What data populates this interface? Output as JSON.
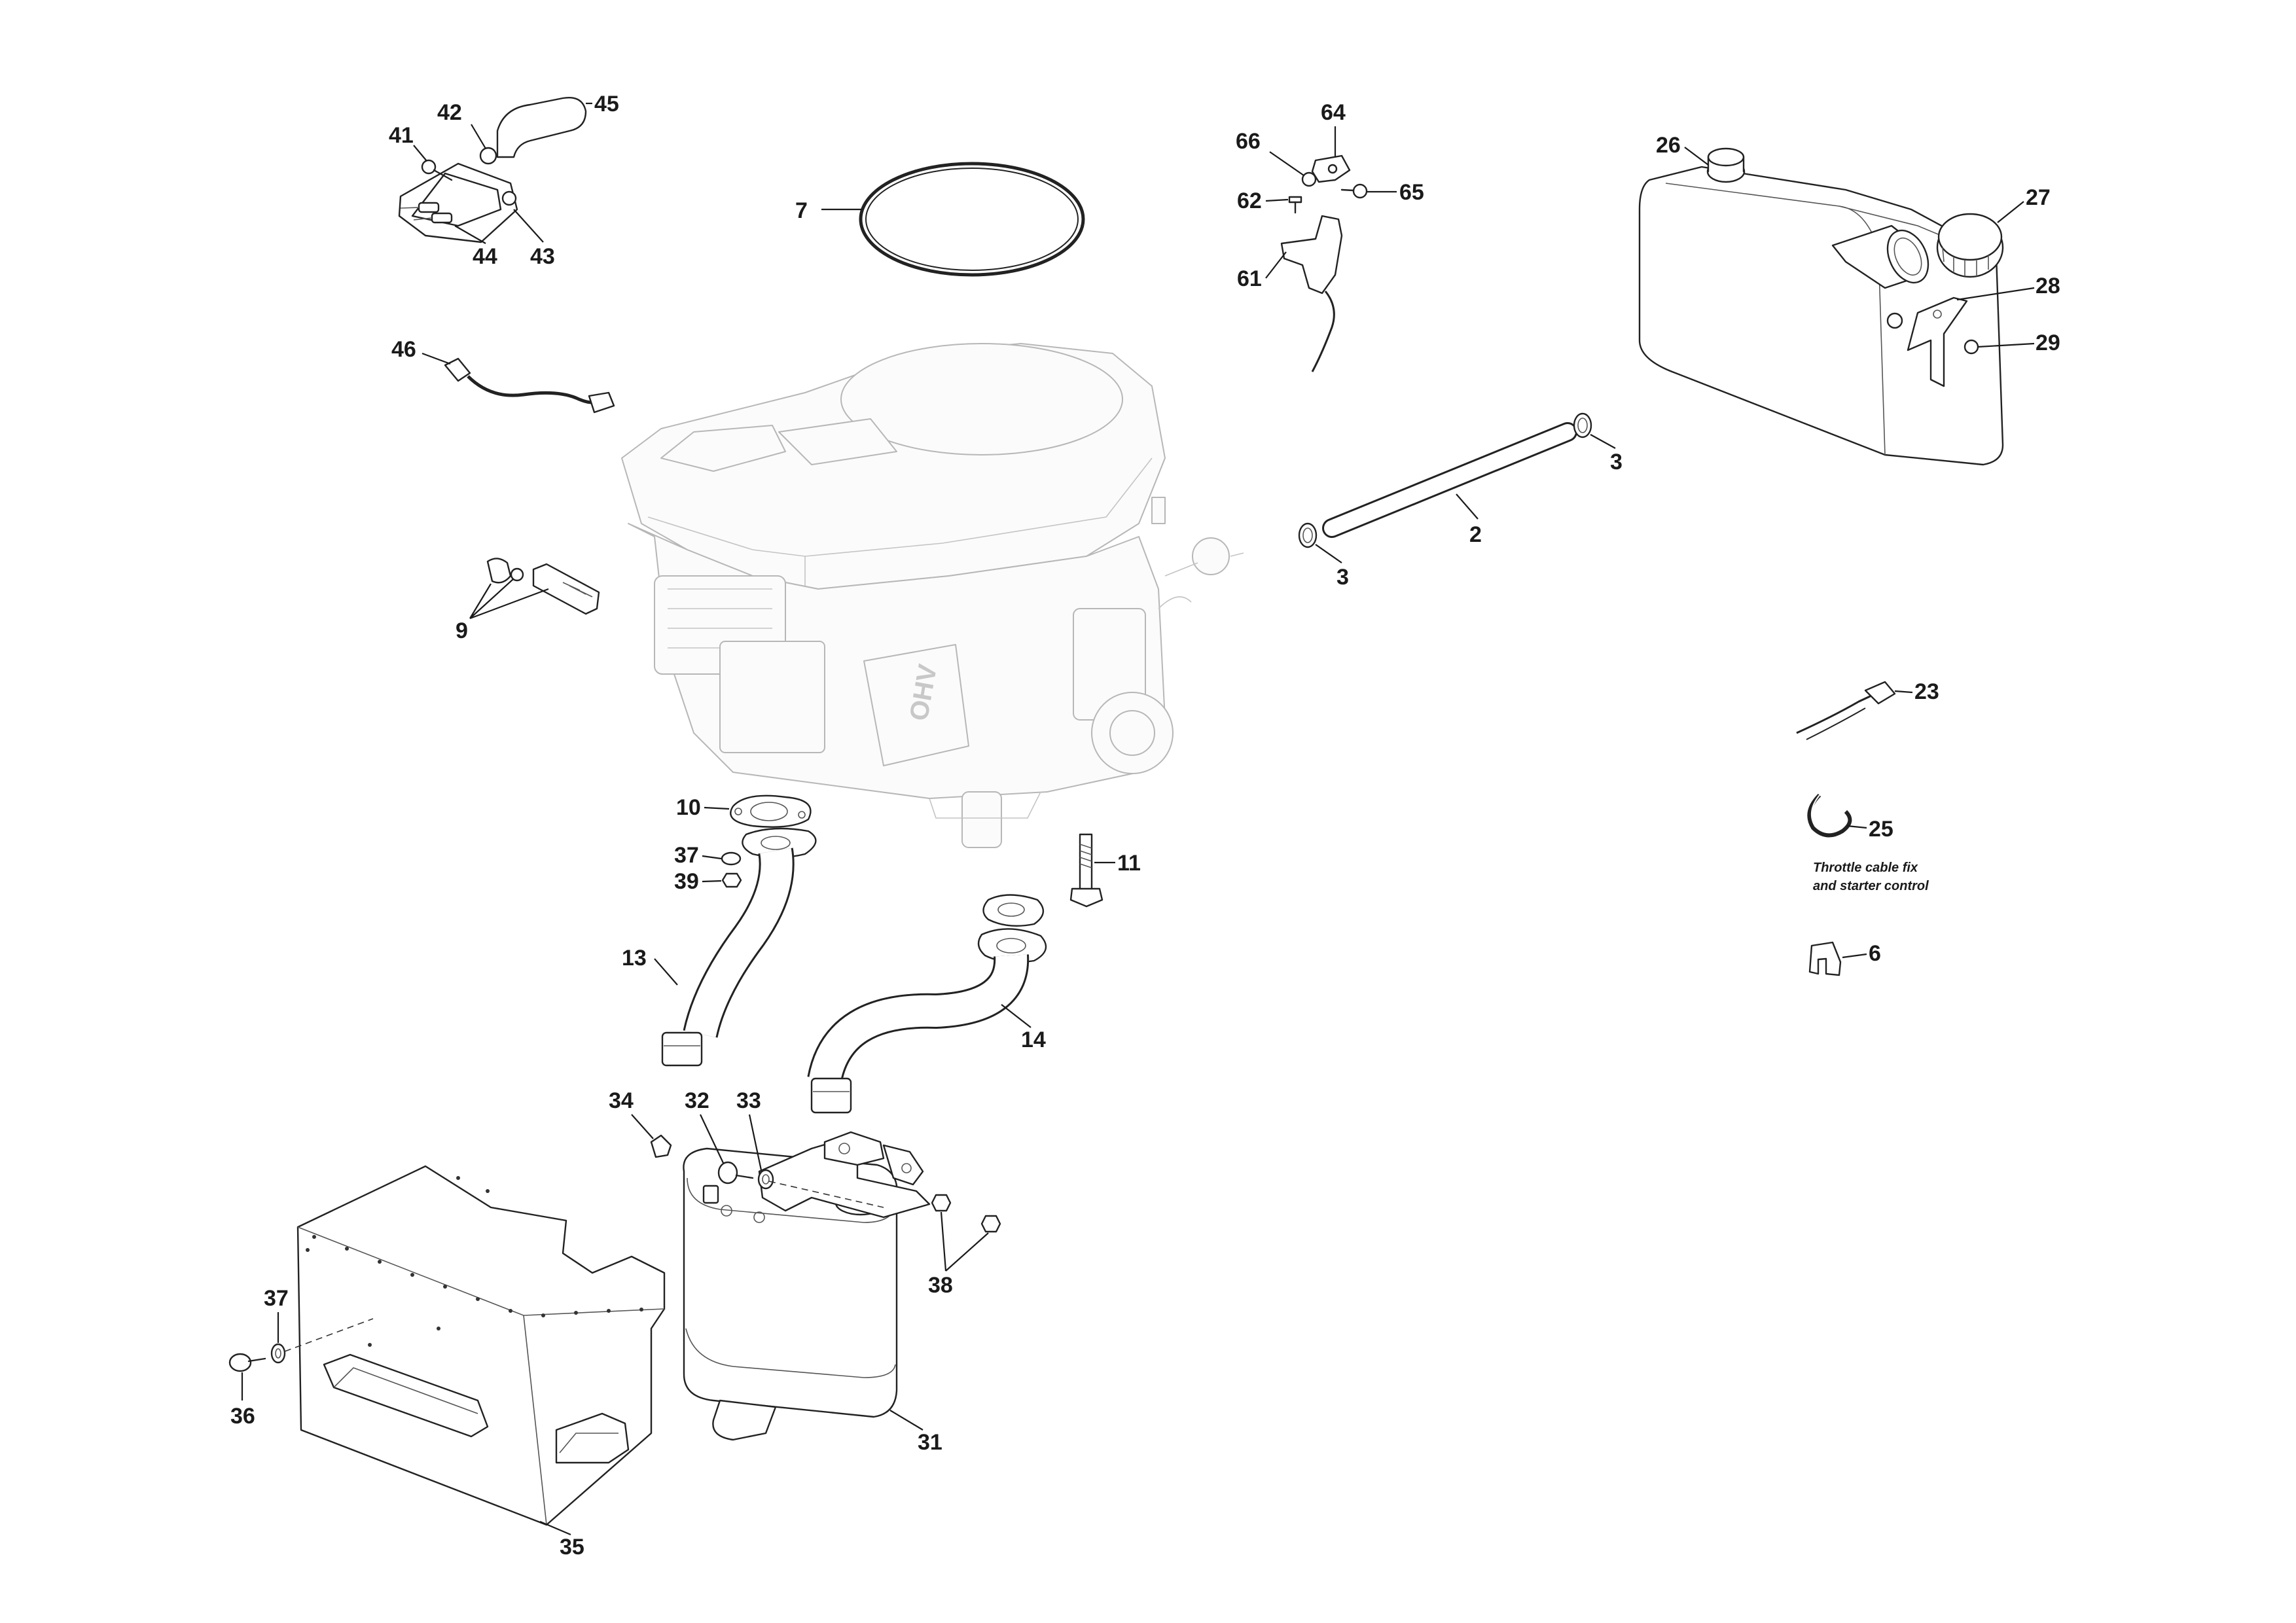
{
  "labels": {
    "l2": "2",
    "l3a": "3",
    "l3b": "3",
    "l6": "6",
    "l7": "7",
    "l9": "9",
    "l10": "10",
    "l11": "11",
    "l13": "13",
    "l14": "14",
    "l23": "23",
    "l25": "25",
    "l26": "26",
    "l27": "27",
    "l28": "28",
    "l29": "29",
    "l31": "31",
    "l32": "32",
    "l33": "33",
    "l34": "34",
    "l35": "35",
    "l36": "36",
    "l37a": "37",
    "l37b": "37",
    "l38": "38",
    "l39": "39",
    "l41": "41",
    "l42": "42",
    "l43": "43",
    "l44": "44",
    "l45": "45",
    "l46": "46",
    "l61": "61",
    "l62": "62",
    "l64": "64",
    "l65": "65",
    "l66": "66"
  },
  "notes": {
    "throttle_line1": "Throttle cable fix",
    "throttle_line2": "and starter control"
  },
  "engine_marking": "OHV",
  "colors": {
    "ink": "#1a1a1a",
    "engine_ghost": "#b7b7b7",
    "background": "#ffffff"
  }
}
